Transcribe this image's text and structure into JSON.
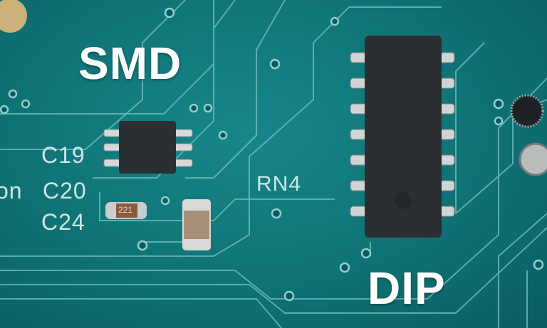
{
  "labels": {
    "smd": "SMD",
    "dip": "DIP"
  },
  "silkscreen": {
    "c19": "C19",
    "c20": "C20",
    "c24": "C24",
    "rn4": "RN4",
    "edge": "on",
    "resistor_code": "221"
  },
  "colors": {
    "board": "#0f7275",
    "trace": "#7cc4c2",
    "chip": "#2b2f33",
    "pin": "#d9dcdc"
  }
}
